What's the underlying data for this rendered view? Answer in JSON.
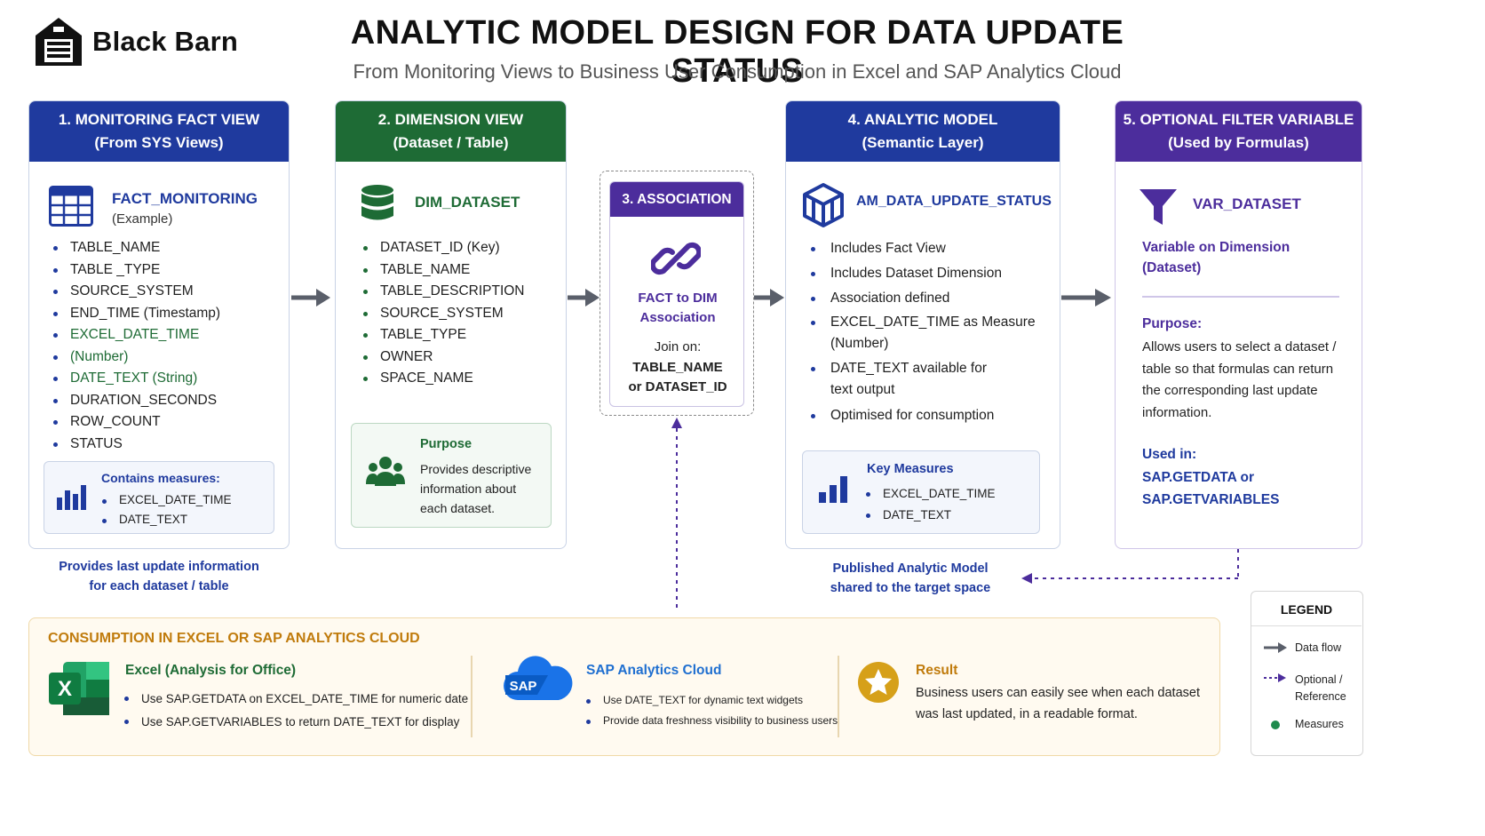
{
  "brand": {
    "name": "Black Barn"
  },
  "header": {
    "title": "ANALYTIC MODEL DESIGN FOR DATA UPDATE STATUS",
    "subtitle": "From Monitoring Views to Business User Consumption in Excel and SAP Analytics Cloud"
  },
  "colors": {
    "blue": "#1f3a9e",
    "green": "#1e6b35",
    "purple": "#4c2d9c",
    "orange": "#c07b0c",
    "gray_arrow": "#5a5f6a"
  },
  "fact_view": {
    "head_line1": "1. MONITORING FACT VIEW",
    "head_line2": "(From SYS Views)",
    "entity": "FACT_MONITORING",
    "entity_note": "(Example)",
    "fields": [
      "TABLE_NAME",
      "TABLE _TYPE",
      "SOURCE_SYSTEM",
      "END_TIME  (Timestamp)",
      "EXCEL_DATE_TIME",
      "(Number)",
      "DATE_TEXT  (String)",
      "DURATION_SECONDS",
      "ROW_COUNT",
      "STATUS"
    ],
    "measures_title": "Contains measures:",
    "measures": [
      "EXCEL_DATE_TIME",
      "DATE_TEXT"
    ],
    "caption_line1": "Provides last update information",
    "caption_line2": "for each dataset / table"
  },
  "dimension_view": {
    "head_line1": "2. DIMENSION VIEW",
    "head_line2": "(Dataset / Table)",
    "entity": "DIM_DATASET",
    "fields": [
      "DATASET_ID (Key)",
      "TABLE_NAME",
      "TABLE_DESCRIPTION",
      "SOURCE_SYSTEM",
      "TABLE_TYPE",
      "OWNER",
      "SPACE_NAME"
    ],
    "purpose_title": "Purpose",
    "purpose_lines": [
      "Provides descriptive",
      "information about",
      "each dataset."
    ]
  },
  "association": {
    "head": "3. ASSOCIATION",
    "title_line1": "FACT to DIM",
    "title_line2": "Association",
    "join_label": "Join on:",
    "join_line1": "TABLE_NAME",
    "join_line2": "or DATASET_ID"
  },
  "analytic_model": {
    "head_line1": "4. ANALYTIC MODEL",
    "head_line2": "(Semantic Layer)",
    "entity": "AM_DATA_UPDATE_STATUS",
    "items": [
      "Includes Fact View",
      "Includes Dataset Dimension",
      "Association defined",
      "EXCEL_DATE_TIME as Measure",
      "(Number)",
      "DATE_TEXT available for",
      "text output",
      "Optimised for consumption"
    ],
    "key_measures_title": "Key Measures",
    "key_measures": [
      "EXCEL_DATE_TIME",
      "DATE_TEXT"
    ],
    "caption_line1": "Published Analytic Model",
    "caption_line2": "shared to the target space"
  },
  "filter_variable": {
    "head_line1": "5. OPTIONAL FILTER VARIABLE",
    "head_line2": "(Used by Formulas)",
    "entity": "VAR_DATASET",
    "variable_line1": "Variable on Dimension",
    "variable_line2": "(Dataset)",
    "purpose_title": "Purpose:",
    "purpose_lines": [
      "Allows users to select a dataset /",
      "table so that formulas can return",
      "the corresponding last update",
      "information."
    ],
    "used_in_title": "Used in:",
    "used_in_lines": [
      "SAP.GETDATA or",
      "SAP.GETVARIABLES"
    ]
  },
  "consumption": {
    "title": "CONSUMPTION IN EXCEL OR SAP ANALYTICS CLOUD",
    "excel_title": "Excel (Analysis for Office)",
    "excel_icon_letter": "X",
    "excel_items": [
      "Use SAP.GETDATA on EXCEL_DATE_TIME for numeric date",
      "Use SAP.GETVARIABLES to return DATE_TEXT for display"
    ],
    "sac_title": "SAP Analytics Cloud",
    "sac_icon_text": "SAP",
    "sac_items": [
      "Use DATE_TEXT for dynamic text widgets",
      "Provide data freshness visibility to business users"
    ],
    "result_title": "Result",
    "result_lines": [
      "Business users can easily see when each dataset",
      "was last updated, in a readable format."
    ]
  },
  "legend": {
    "title": "LEGEND",
    "data_flow": "Data flow",
    "optional_line1": "Optional /",
    "optional_line2": "Reference",
    "measures": "Measures"
  }
}
